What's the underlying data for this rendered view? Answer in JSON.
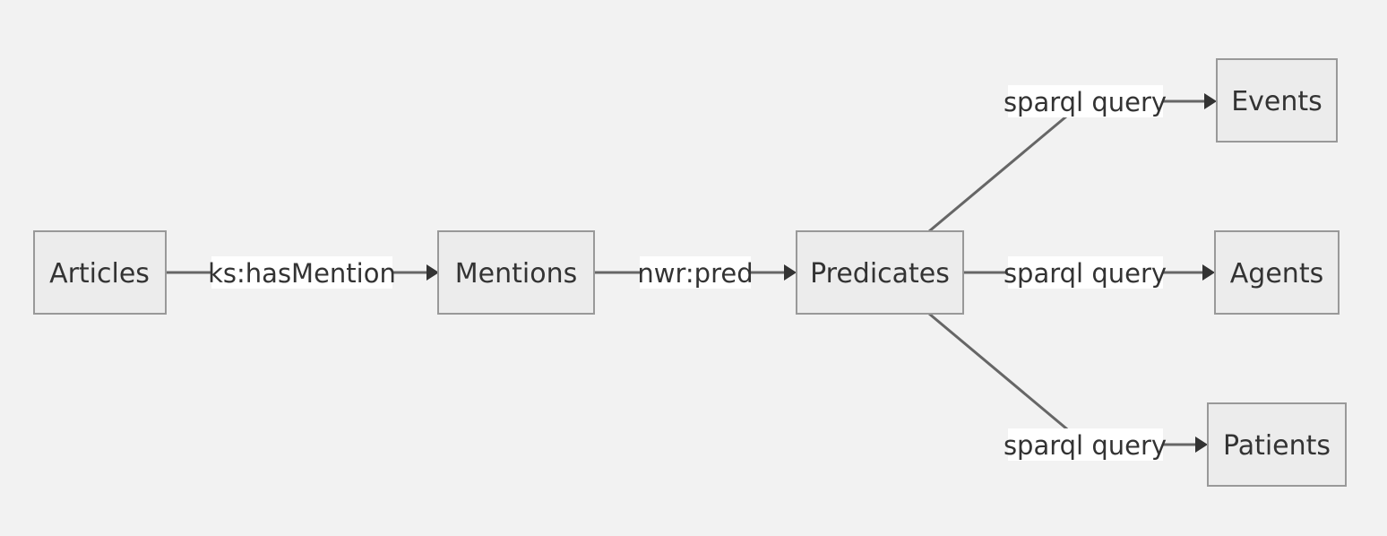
{
  "nodes": {
    "articles": "Articles",
    "mentions": "Mentions",
    "predicates": "Predicates",
    "events": "Events",
    "agents": "Agents",
    "patients": "Patients"
  },
  "edges": {
    "articles_mentions": "ks:hasMention",
    "mentions_predicates": "nwr:pred",
    "predicates_events": "sparql query",
    "predicates_agents": "sparql query",
    "predicates_patients": "sparql query"
  },
  "colors": {
    "background": "#f2f2f2",
    "node_fill": "#ececec",
    "node_border": "#999999",
    "edge": "#666666",
    "text": "#333333"
  }
}
